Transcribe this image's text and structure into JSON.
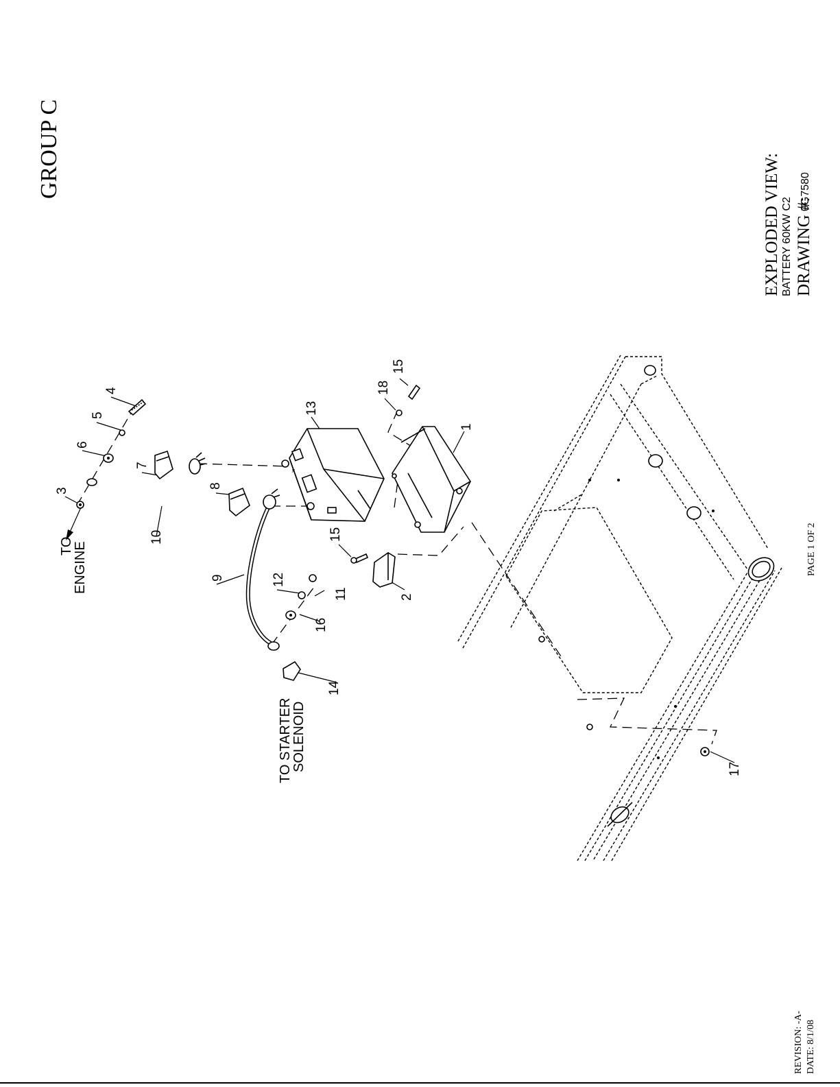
{
  "header": {
    "group": "GROUP C"
  },
  "title_block": {
    "view_label": "EXPLODED VIEW:",
    "subtitle": "BATTERY 60KW C2",
    "drawing_label": "DRAWING #:",
    "drawing_number": "0G7580"
  },
  "footer": {
    "page": "PAGE 1 OF 2",
    "revision": "REVISION: -A-",
    "date": "DATE:  8/1/08"
  },
  "callouts": {
    "to_engine_1": "TO",
    "to_engine_2": "ENGINE",
    "to_starter_1": "TO STARTER",
    "to_starter_2": "SOLENOID"
  },
  "parts": [
    "1",
    "2",
    "3",
    "4",
    "5",
    "6",
    "7",
    "8",
    "9",
    "10",
    "11",
    "12",
    "13",
    "14",
    "15",
    "15",
    "16",
    "17",
    "18"
  ]
}
